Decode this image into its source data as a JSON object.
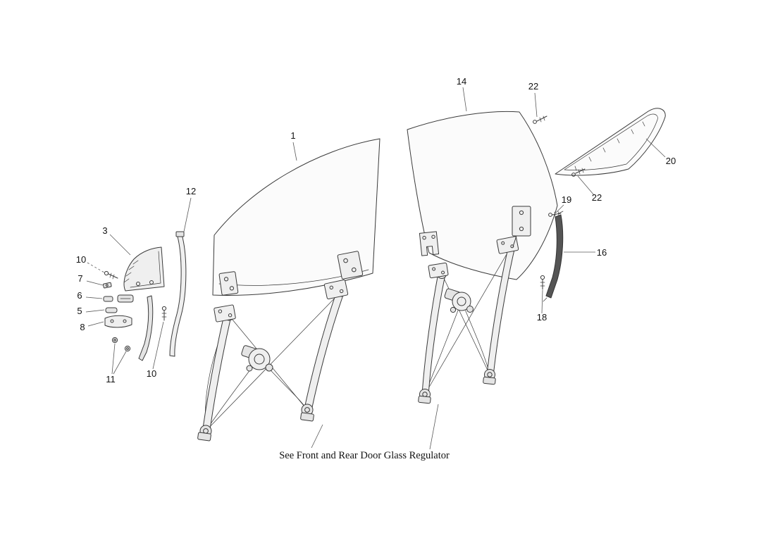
{
  "diagram": {
    "caption": "See Front and Rear Door Glass Regulator",
    "labels": [
      {
        "text": "14"
      },
      {
        "text": "22"
      },
      {
        "text": "1"
      },
      {
        "text": "20"
      },
      {
        "text": "12"
      },
      {
        "text": "22"
      },
      {
        "text": "19"
      },
      {
        "text": "3"
      },
      {
        "text": "16"
      },
      {
        "text": "10"
      },
      {
        "text": "7"
      },
      {
        "text": "6"
      },
      {
        "text": "5"
      },
      {
        "text": "18"
      },
      {
        "text": "8"
      },
      {
        "text": "10"
      },
      {
        "text": "11"
      }
    ]
  }
}
